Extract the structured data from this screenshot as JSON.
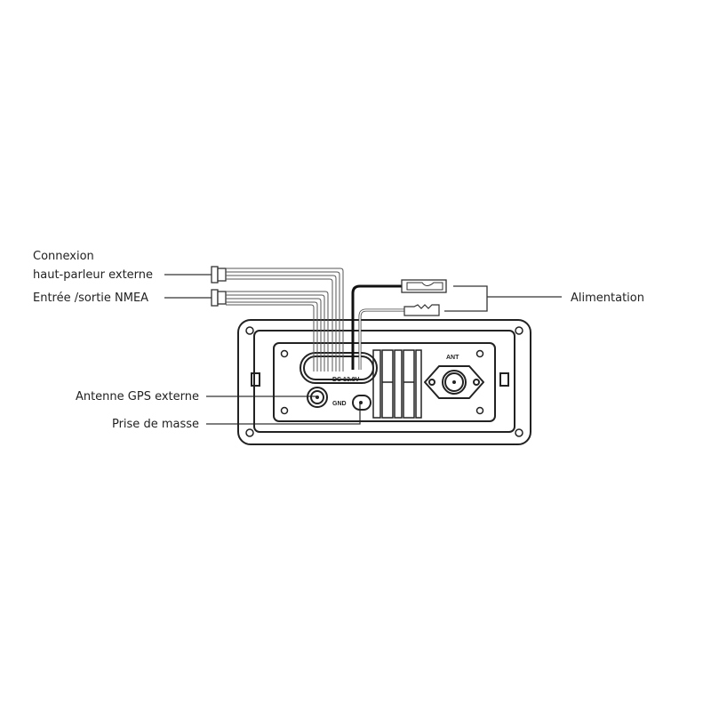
{
  "labels": {
    "speaker_line1": "Connexion",
    "speaker_line2": "haut-parleur externe",
    "nmea": "Entrée /sortie NMEA",
    "power": "Alimentation",
    "gps": "Antenne GPS externe",
    "ground": "Prise de masse"
  },
  "device": {
    "dc_label": "DC 13.8V",
    "gnd_label": "GND",
    "ant_label": "ANT"
  }
}
